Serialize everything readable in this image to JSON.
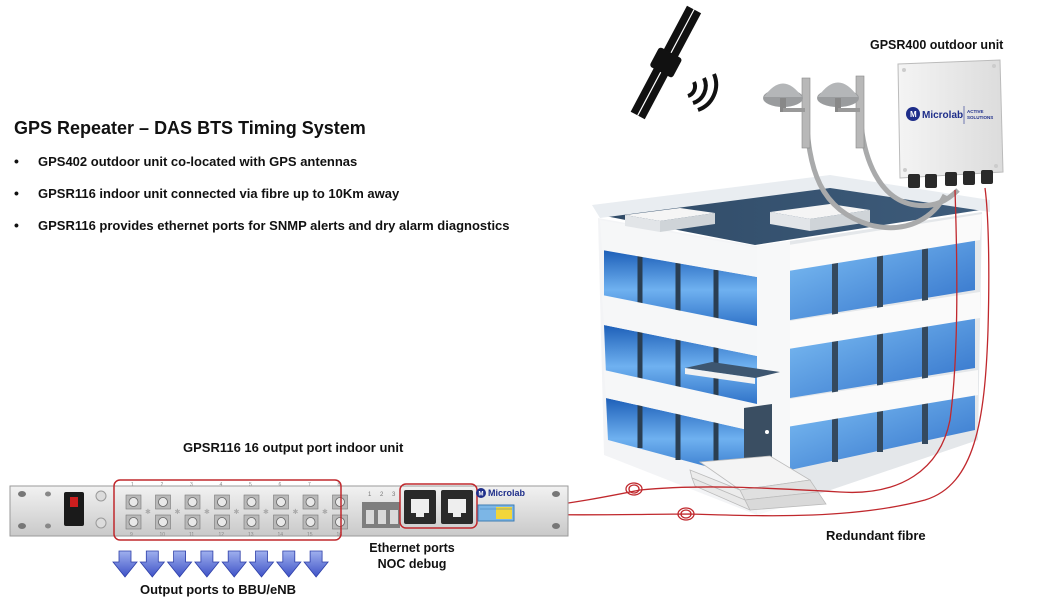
{
  "title": "GPS Repeater – DAS BTS Timing System",
  "bullets": [
    "GPS402 outdoor unit co-located with GPS antennas",
    "GPSR116 indoor unit connected via fibre up to 10Km away",
    "GPSR116 provides ethernet ports for SNMP alerts and dry alarm diagnostics"
  ],
  "labels": {
    "outdoor_unit": "GPSR400 outdoor unit",
    "indoor_unit": "GPSR116  16 output port indoor unit",
    "ethernet_line1": "Ethernet ports",
    "ethernet_line2": "NOC  debug",
    "output_ports": "Output ports to BBU/eNB",
    "redundant_fibre": "Redundant fibre"
  },
  "outdoor_box": {
    "brand": "Microlab",
    "tagline_line1": "ACTIVE",
    "tagline_line2": "SOLUTIONS"
  },
  "rack": {
    "brand": "Microlab",
    "port_numbers_top": [
      "1",
      "2",
      "3",
      "4",
      "5",
      "6",
      "7",
      "8"
    ],
    "port_numbers_bottom": [
      "9",
      "10",
      "11",
      "12",
      "13",
      "14",
      "15",
      "16"
    ],
    "terminal_numbers": [
      "1",
      "2",
      "3"
    ]
  },
  "colors": {
    "fibre": "#c0282d",
    "highlight_box": "#c0282d",
    "arrow": "#5b6fd6",
    "glass": "#4f8fe0"
  }
}
